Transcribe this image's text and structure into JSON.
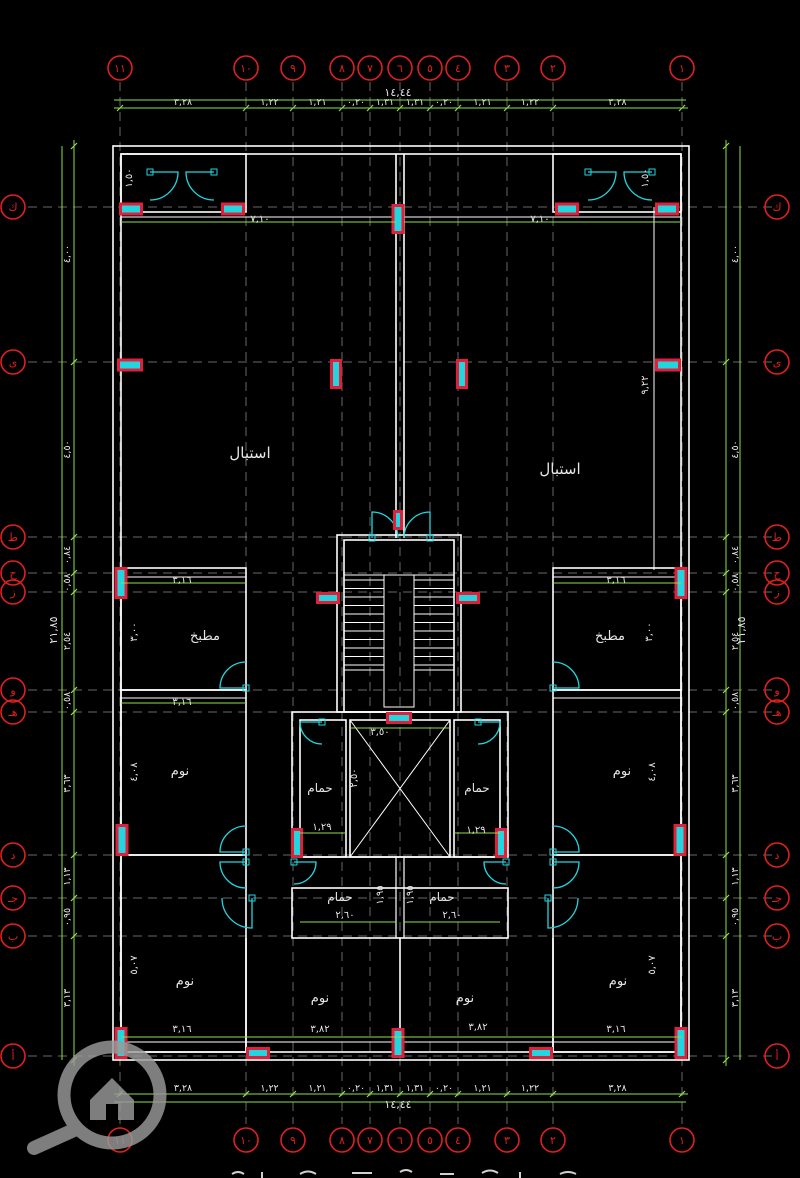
{
  "grid": {
    "columns": [
      "١١",
      "١٠",
      "٩",
      "٨",
      "٧",
      "٦",
      "٥",
      "٤",
      "٣",
      "٢",
      "١"
    ],
    "rows_left": [
      "ك",
      "ى",
      "ط",
      "ح",
      "ز",
      "و",
      "هـ",
      "د",
      "جـ",
      "ب",
      "أ"
    ],
    "rows_right": [
      "ك",
      "ى",
      "ط",
      "ح",
      "ز",
      "و",
      "هـ",
      "د",
      "جـ",
      "ب",
      "أ"
    ]
  },
  "dimensions": {
    "top_total": "١٤,٤٤",
    "top_segments": [
      "٣,٢٨",
      "١,٢٢",
      "١,٢١",
      "٠,٢٠",
      "١,٣١",
      "١,٣١",
      "٠,٢٠",
      "١,٢١",
      "١,٢٢",
      "٣,٢٨"
    ],
    "bottom_total": "١٤,٤٤",
    "bottom_segments": [
      "٣,٢٨",
      "١,٢٢",
      "١,٢١",
      "٠,٢٠",
      "١,٣١",
      "١,٣١",
      "٠,٢٠",
      "١,٢١",
      "١,٢٢",
      "٣,٢٨"
    ],
    "left_total": "٢١,٨٥",
    "left_segments": [
      "٤,٠٠",
      "٤,٥٠",
      "٠,٨٤",
      "٠,٥٨",
      "٢,٥٤",
      "٠,٥٨",
      "٣,٦٣",
      "١,١٣",
      "٠,٩٥",
      "٣,١٣"
    ],
    "right_total": "٢١,٨٥",
    "right_segments": [
      "٤,٠٠",
      "٤,٥٠",
      "٠,٨٤",
      "٠,٥٨",
      "٢,٥٤",
      "٠,٥٨",
      "٣,٦٣",
      "١,١٣",
      "٠,٩٥",
      "٣,١٣"
    ]
  },
  "rooms": {
    "stable_left": "استبال",
    "stable_right": "استبال",
    "kitchen_left": "مطبخ",
    "kitchen_right": "مطبخ",
    "bedroom_mid_left": "نوم",
    "bedroom_mid_right": "نوم",
    "bath_left": "حمام",
    "bath_right": "حمام",
    "bath_small_left": "حمام",
    "bath_small_right": "حمام",
    "bedroom_bot_left": "نوم",
    "bedroom_bot_c1": "نوم",
    "bedroom_bot_c2": "نوم",
    "bedroom_bot_right": "نوم"
  },
  "inner_dims": {
    "top_left_w": "١,٥٠",
    "top_right_w": "١,٥٠",
    "stable_span_left": "٧,١٠",
    "stable_span_right": "٧,١٠",
    "stable_height": "٩,٢٢",
    "kitchen_l_w": "٣,١٦",
    "kitchen_l_h": "٣,٠٠",
    "kitchen_r_w": "٣,١٦",
    "kitchen_r_h": "٣,٠٠",
    "bed_l_w": "٣,١٦",
    "bed_l_h": "٤,٠٨",
    "bed_r_h": "٤,٠٨",
    "lift_w": "٣,٥٠",
    "lift_h": "٢,٥٠",
    "bath_l_w": "١,٢٩",
    "bath_r_w": "١,٢٩",
    "bath_s_l_w": "٢,٦٠",
    "bath_s_r_w": "٢,٦٠",
    "bath_s_l_h": "١,٩٥",
    "bath_s_r_h": "١,٩٥",
    "bed_bl_h": "٥,٠٧",
    "bed_br_h": "٥,٠٧",
    "bed_bl_w": "٣,١٦",
    "bed_bc1_w": "٣,٨٢",
    "bed_bc2_w": "٣,٨٢",
    "bed_br_w": "٣,١٦"
  },
  "colors": {
    "bg": "#000000",
    "wall": "#ffffff",
    "grid": "#bdbdbd",
    "bubble": "#e0201e",
    "dim": "#8ee04a",
    "door": "#22d6e0",
    "column_outer": "#e0203a",
    "column_inner": "#22d6e0",
    "label": "#e6e6e6"
  }
}
